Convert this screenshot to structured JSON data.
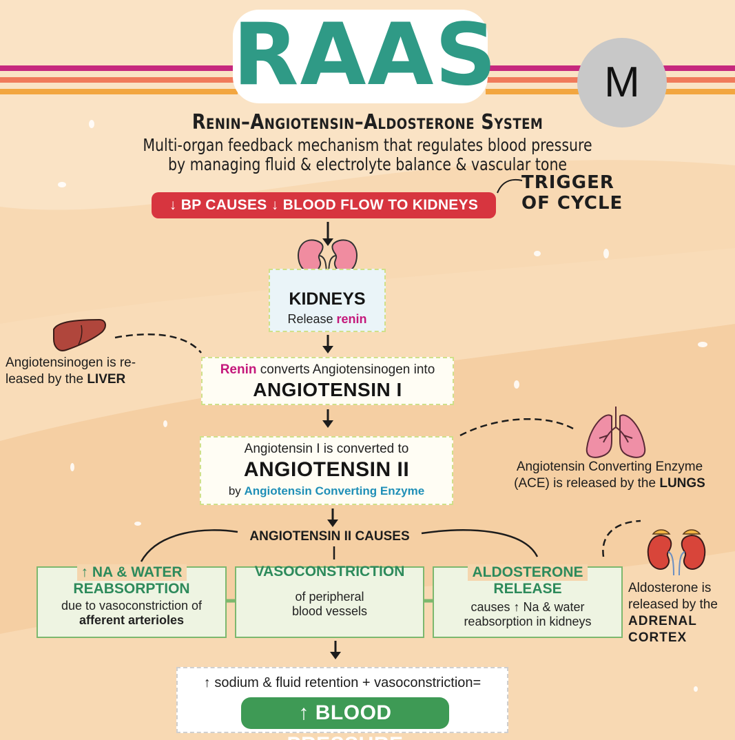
{
  "title": "RAAS",
  "badge": "M",
  "subtitle": "Renin–Angiotensin–Aldosterone System",
  "description": {
    "line1": "Multi-organ feedback mechanism that regulates blood pressure",
    "line2": "by managing fluid & electrolyte balance & vascular tone"
  },
  "trigger": {
    "banner": "↓ BP CAUSES ↓ BLOOD FLOW TO KIDNEYS",
    "label_line1": "TRIGGER",
    "label_line2": "OF CYCLE"
  },
  "kidneys_box": {
    "title": "KIDNEYS",
    "text": "Release ",
    "highlight": "renin"
  },
  "angiotensin1_box": {
    "highlight": "Renin",
    "text": " converts Angiotensinogen into",
    "title": "ANGIOTENSIN I"
  },
  "liver_note": {
    "line1": "Angiotensinogen is re-",
    "line2_text": "leased by the ",
    "line2_bold": "LIVER"
  },
  "angiotensin2_box": {
    "line1": "Angiotensin I is converted to",
    "title": "ANGIOTENSIN II",
    "line3_text": "by ",
    "line3_highlight": "Angiotensin Converting Enzyme"
  },
  "lungs_note": {
    "line1": "Angiotensin Converting Enzyme",
    "line2_text": "(ACE) is released by the ",
    "line2_bold": "LUNGS"
  },
  "causes_label": "ANGIOTENSIN II CAUSES",
  "effects": [
    {
      "title_line1": "↑ NA & WATER",
      "title_line2": "REABSORPTION",
      "line1": "due to vasoconstriction of",
      "line2": "afferent arterioles"
    },
    {
      "title_line1": "VASOCONSTRICTION",
      "line1": "of peripheral",
      "line2": "blood vessels"
    },
    {
      "title_line1": "ALDOSTERONE",
      "title_line2": "RELEASE",
      "line1": "causes ↑ Na & water",
      "line2": "reabsorption in kidneys"
    }
  ],
  "adrenal_note": {
    "line1": "Aldosterone is",
    "line2": "released by the",
    "line3": "ADRENAL",
    "line4": "CORTEX"
  },
  "result": {
    "line1": "↑ sodium & fluid retention + vasoconstriction=",
    "pill": "↑ BLOOD PRESSURE"
  },
  "colors": {
    "teal_title": "#2f9a86",
    "red_banner": "#d7353f",
    "green": "#3e9a55",
    "pink_highlight": "#c4187b",
    "blue_highlight": "#1f8fb7",
    "background": "#f8d9b3"
  },
  "icons": [
    "kidneys-icon",
    "liver-icon",
    "lungs-icon",
    "adrenal-kidney-icon"
  ]
}
